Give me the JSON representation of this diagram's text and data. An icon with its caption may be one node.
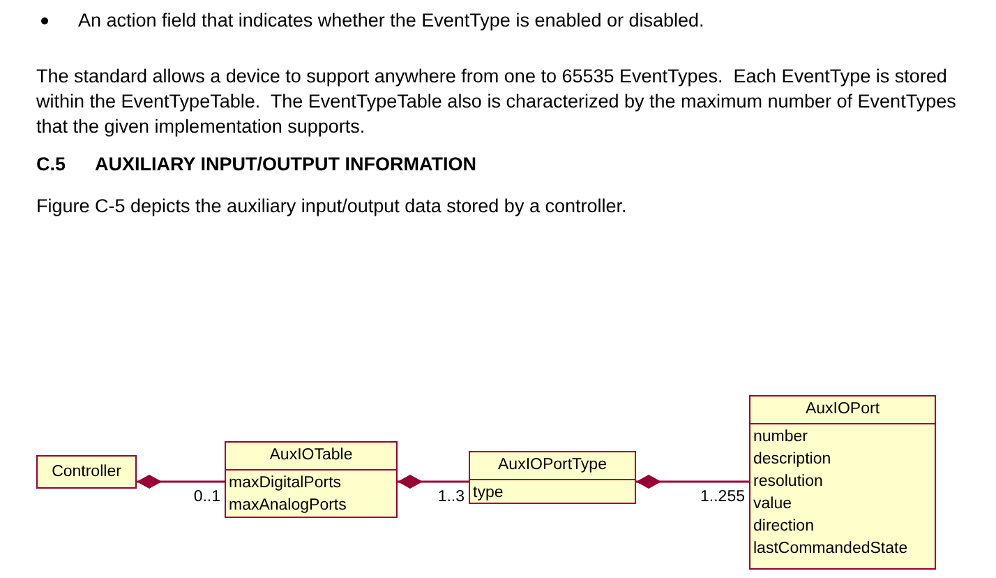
{
  "diagram": {
    "nodes": [
      {
        "text": [
          "Controller"
        ]
      },
      {
        "text": [
          "AuxIOTable",
          "maxDigitalPorts",
          "maxAnalogPorts"
        ]
      },
      {
        "text": [
          "AuxIOPortType",
          "type"
        ]
      },
      {
        "text": [
          "AuxIOPort",
          "number",
          "description",
          "resolution",
          "value",
          "direction",
          "lastCommandedState"
        ]
      }
    ],
    "edges": [
      {
        "from": 0,
        "to": 1,
        "arrow": "other",
        "label": "0..1"
      },
      {
        "from": 1,
        "to": 2,
        "arrow": "other",
        "label": "1..3"
      },
      {
        "from": 2,
        "to": 3,
        "arrow": "other",
        "label": "1..255"
      }
    ],
    "labels": [
      "An action field that indicates whether the EventType is enabled or disabled.",
      "The standard allows a device to support anywhere from one to 65535 EventTypes.  Each EventType is stored within the EventTypeTable.  The EventTypeTable also is characterized by the maximum number of EventTypes that the given implementation supports.",
      "C.5",
      "AUXILIARY INPUT/OUTPUT INFORMATION",
      "Figure C-5 depicts the auxiliary input/output data stored by a controller."
    ]
  }
}
